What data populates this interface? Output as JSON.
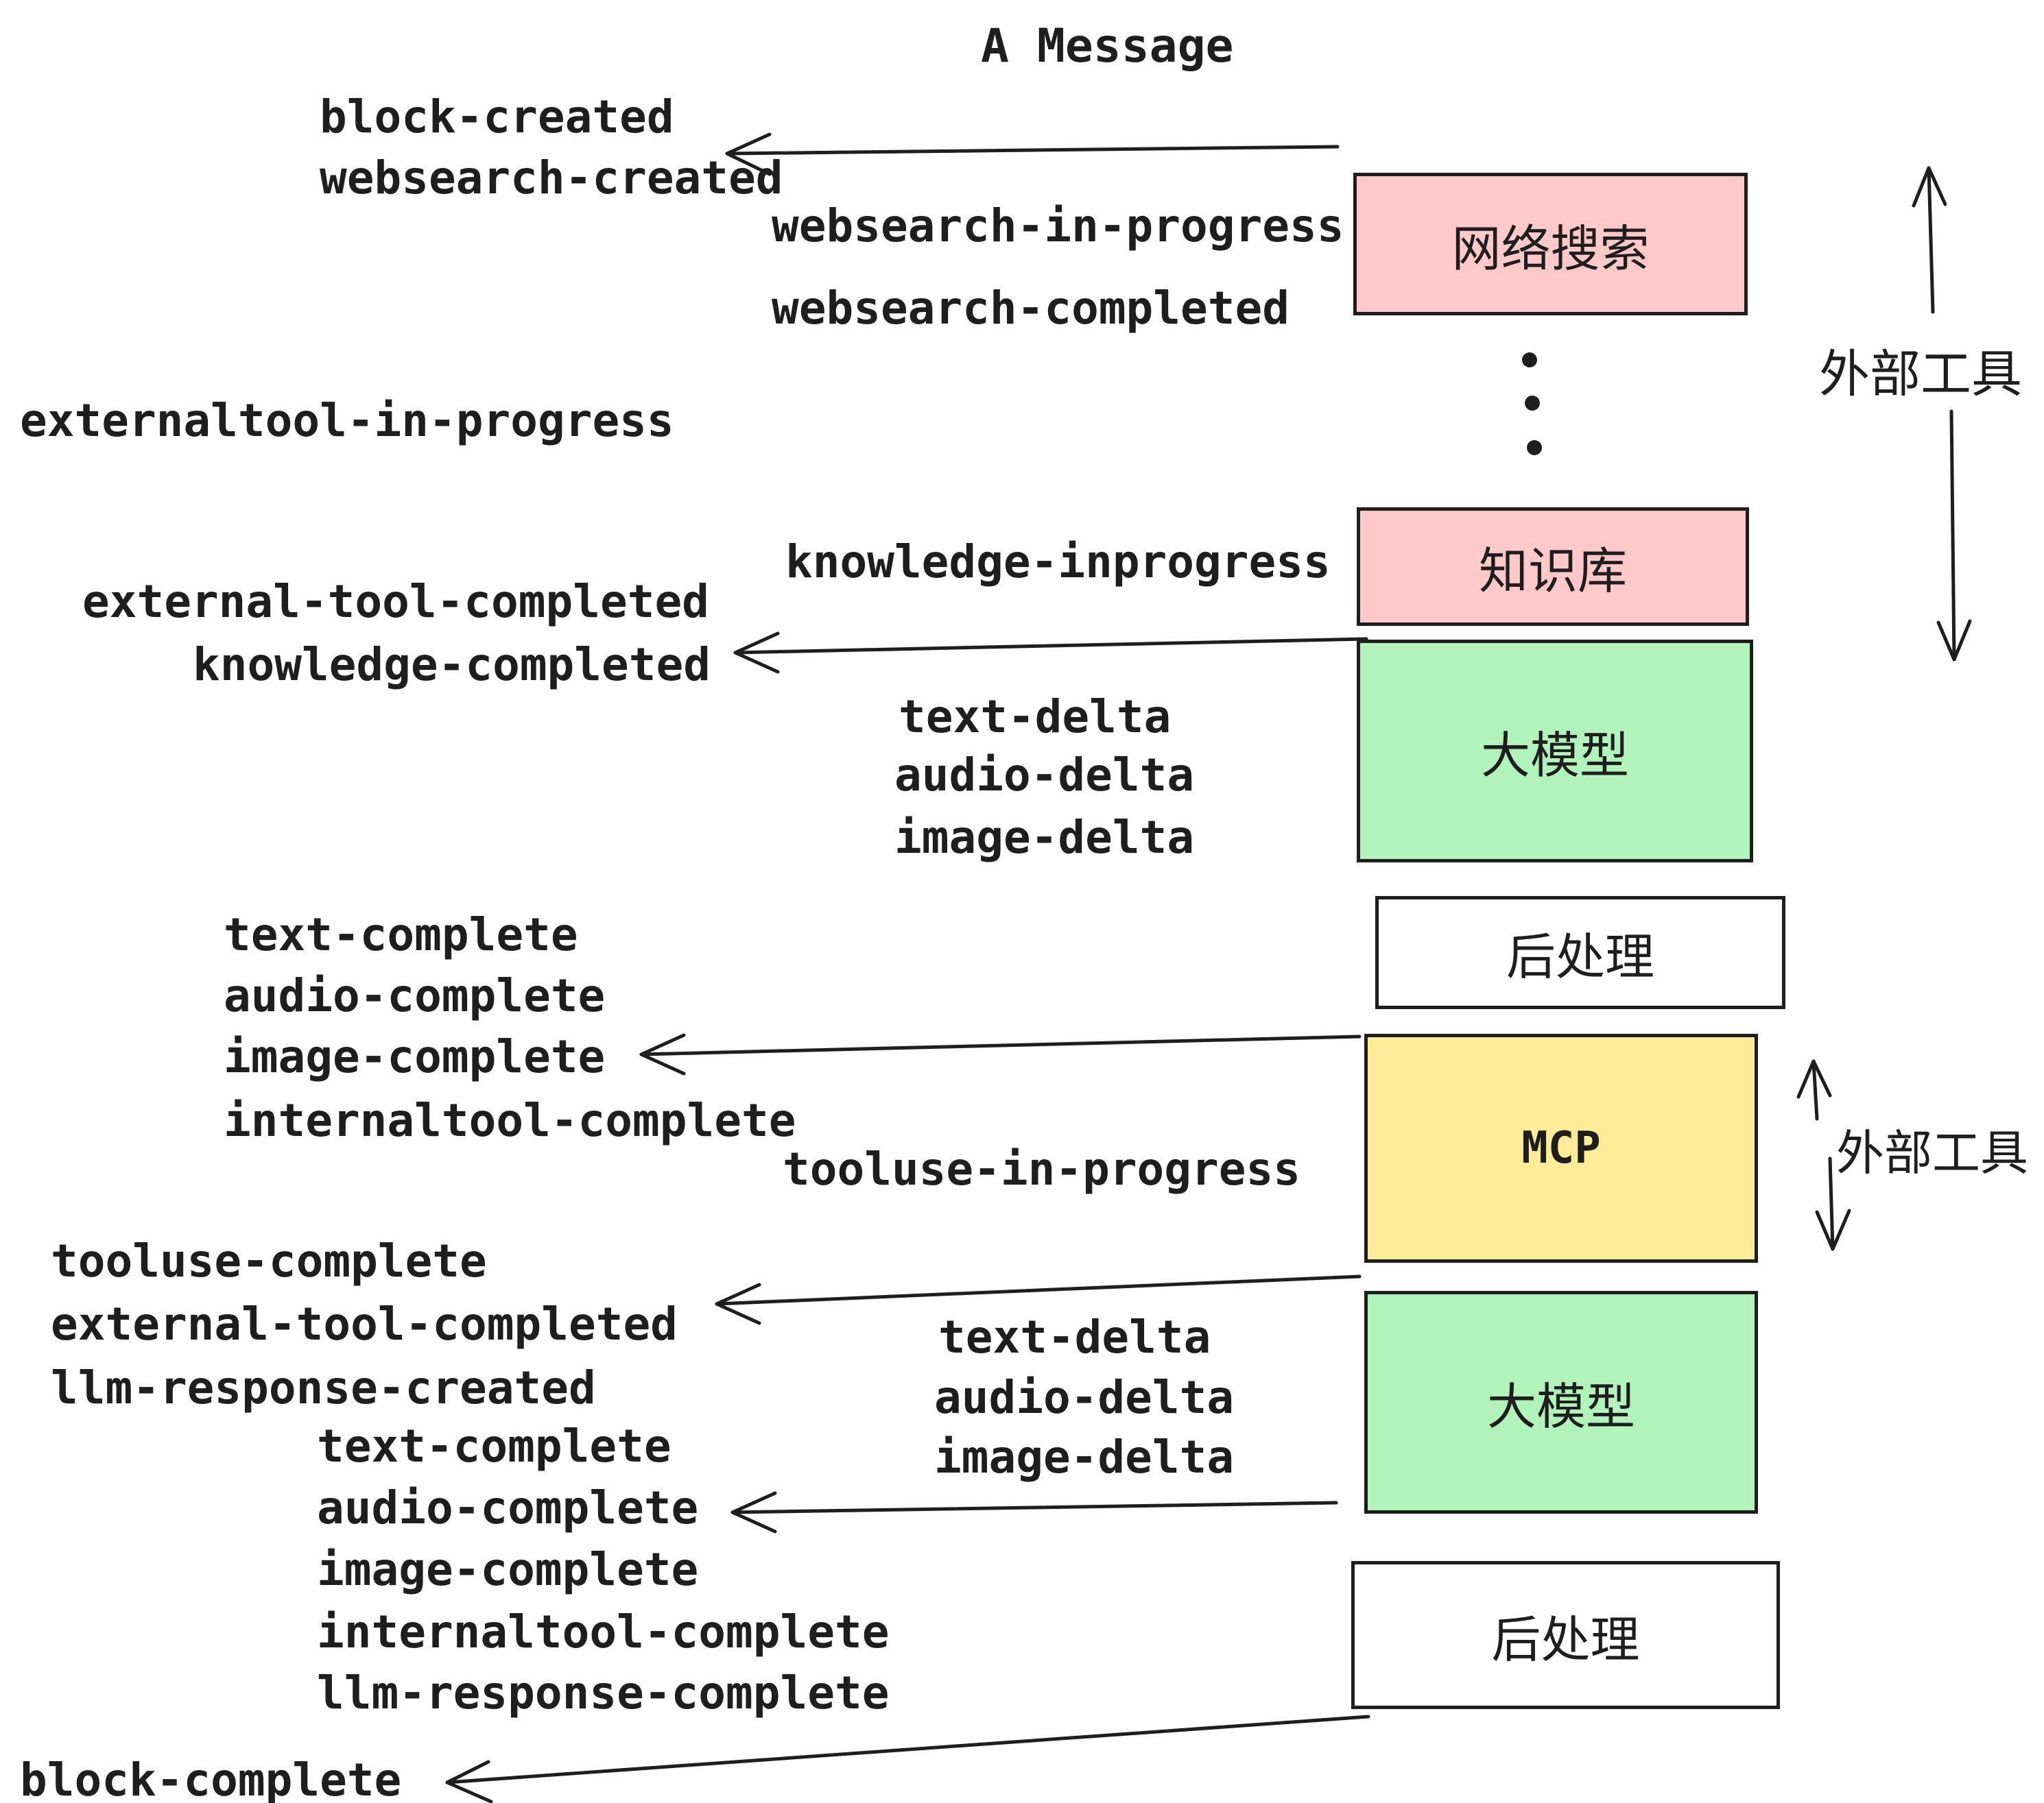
{
  "title": "A Message",
  "colors": {
    "pink": "#FFC9C9",
    "green": "#B2F2BB",
    "yellow": "#FFEC99",
    "stroke": "#1e1e1e",
    "background": "#ffffff"
  },
  "boxes": [
    {
      "label": "网络搜索"
    },
    {
      "label": "知识库"
    },
    {
      "label": "大模型"
    },
    {
      "label": "后处理"
    },
    {
      "label": "MCP"
    },
    {
      "label": "大模型"
    },
    {
      "label": "后处理"
    }
  ],
  "side_labels": [
    {
      "text": "外部工具"
    },
    {
      "text": "外部工具"
    }
  ],
  "events": [
    {
      "text": "block-created"
    },
    {
      "text": "websearch-created"
    },
    {
      "text": "websearch-in-progress"
    },
    {
      "text": "websearch-completed"
    },
    {
      "text": "externaltool-in-progress"
    },
    {
      "text": "knowledge-inprogress"
    },
    {
      "text": "external-tool-completed"
    },
    {
      "text": "knowledge-completed"
    },
    {
      "text": "text-delta"
    },
    {
      "text": "audio-delta"
    },
    {
      "text": "image-delta"
    },
    {
      "text": "text-complete"
    },
    {
      "text": "audio-complete"
    },
    {
      "text": "image-complete"
    },
    {
      "text": "internaltool-complete"
    },
    {
      "text": "tooluse-in-progress"
    },
    {
      "text": "tooluse-complete"
    },
    {
      "text": "external-tool-completed"
    },
    {
      "text": "llm-response-created"
    },
    {
      "text": "text-complete"
    },
    {
      "text": "audio-complete"
    },
    {
      "text": "image-complete"
    },
    {
      "text": "internaltool-complete"
    },
    {
      "text": "llm-response-complete"
    },
    {
      "text": "block-complete"
    },
    {
      "text": "text-delta"
    },
    {
      "text": "audio-delta"
    },
    {
      "text": "image-delta"
    }
  ]
}
